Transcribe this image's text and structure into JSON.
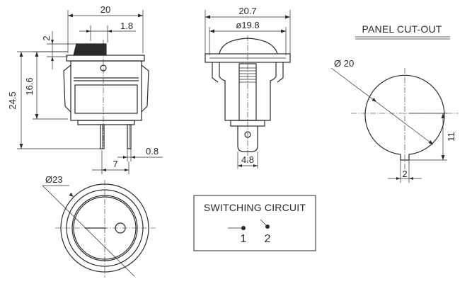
{
  "views": {
    "side": {
      "width": "20",
      "actuator_height": "2",
      "actuator_offset": "1.8",
      "body_height": "16.6",
      "total_height": "24.5",
      "terminal_pitch": "7",
      "terminal_thickness": "0.8"
    },
    "front": {
      "width": "20.7",
      "bezel_diameter": "ø19.8",
      "terminal_width": "4.8"
    },
    "panel_cutout": {
      "heading": "PANEL CUT-OUT",
      "diameter": "Ø 20",
      "flat_height": "11",
      "key_width": "2"
    },
    "top": {
      "diameter": "Ø23"
    },
    "circuit": {
      "heading": "SWITCHING CIRCUIT",
      "pin1": "1",
      "pin2": "2"
    }
  }
}
